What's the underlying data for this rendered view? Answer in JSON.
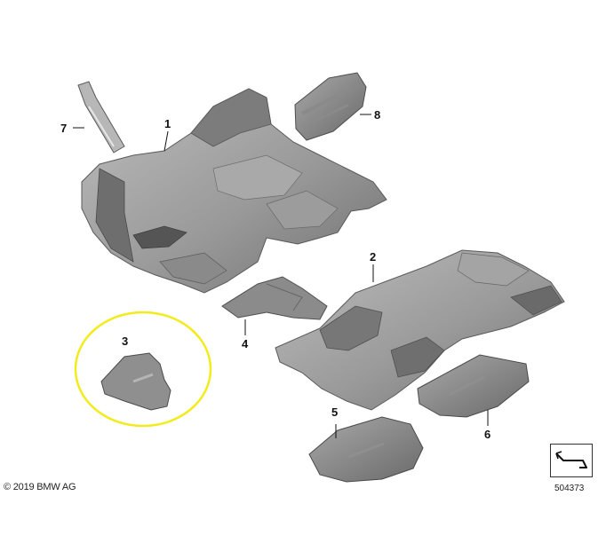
{
  "diagram": {
    "callouts": [
      "1",
      "2",
      "3",
      "4",
      "5",
      "6",
      "7",
      "8"
    ],
    "highlighted_part": "3",
    "highlight_color": "#f2ec1d",
    "part_color": "#8e8e8e",
    "part_shadow_color": "#5c5c5c",
    "part_light_color": "#b3b3b3"
  },
  "footer": {
    "copyright": "© 2019 BMW AG",
    "diagram_number": "504373"
  },
  "nav": {
    "icon": "arrow-back-icon"
  }
}
